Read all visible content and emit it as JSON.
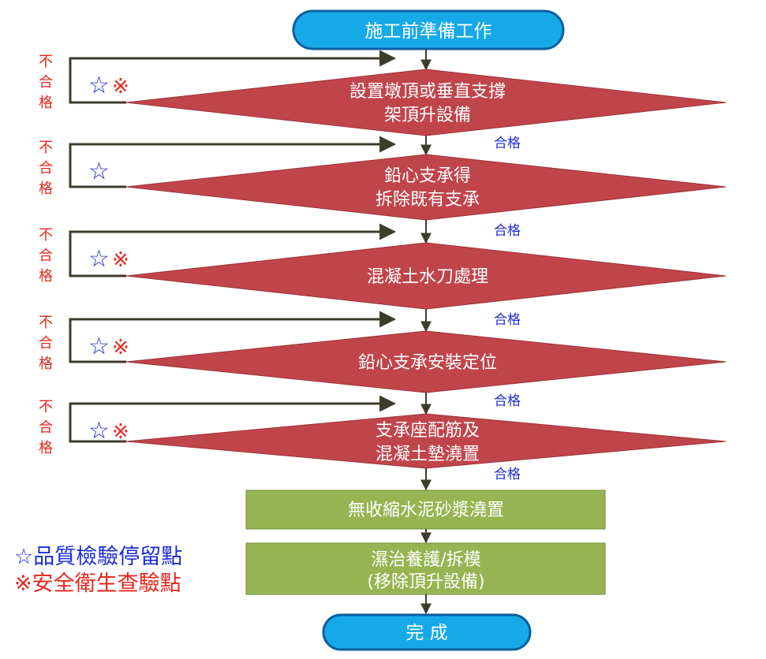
{
  "start_label": "施工前準備工作",
  "end_label": "完 成",
  "pass_label": "合格",
  "fail_label": [
    "不",
    "合",
    "格"
  ],
  "star_mark": "☆",
  "safety_mark": "※",
  "steps": [
    {
      "lines": [
        "設置墩頂或垂直支撐",
        "架頂升設備"
      ],
      "marks": "☆※"
    },
    {
      "lines": [
        "鉛心支承得",
        "拆除既有支承"
      ],
      "marks": "☆"
    },
    {
      "lines": [
        "混凝土水刀處理"
      ],
      "marks": "☆※"
    },
    {
      "lines": [
        "鉛心支承安裝定位"
      ],
      "marks": "☆※"
    },
    {
      "lines": [
        "支承座配筋及",
        "混凝土墊澆置"
      ],
      "marks": "☆※"
    }
  ],
  "process_boxes": [
    {
      "lines": [
        "無收縮水泥砂漿澆置"
      ]
    },
    {
      "lines": [
        "濕治養護/拆模",
        "(移除頂升設備)"
      ]
    }
  ],
  "legend": {
    "quality": "☆品質檢驗停留點",
    "safety": "※安全衛生查驗點"
  },
  "colors": {
    "terminal_fill": "#16a9e8",
    "terminal_stroke": "#0b5fa0",
    "decision_fill": "#c0454a",
    "process_fill": "#96b552",
    "line": "#3d3c2c",
    "pass_text": "#1c2bd6",
    "fail_text": "#e8261d",
    "star": "#1c2bd6",
    "safety": "#e8261d"
  }
}
